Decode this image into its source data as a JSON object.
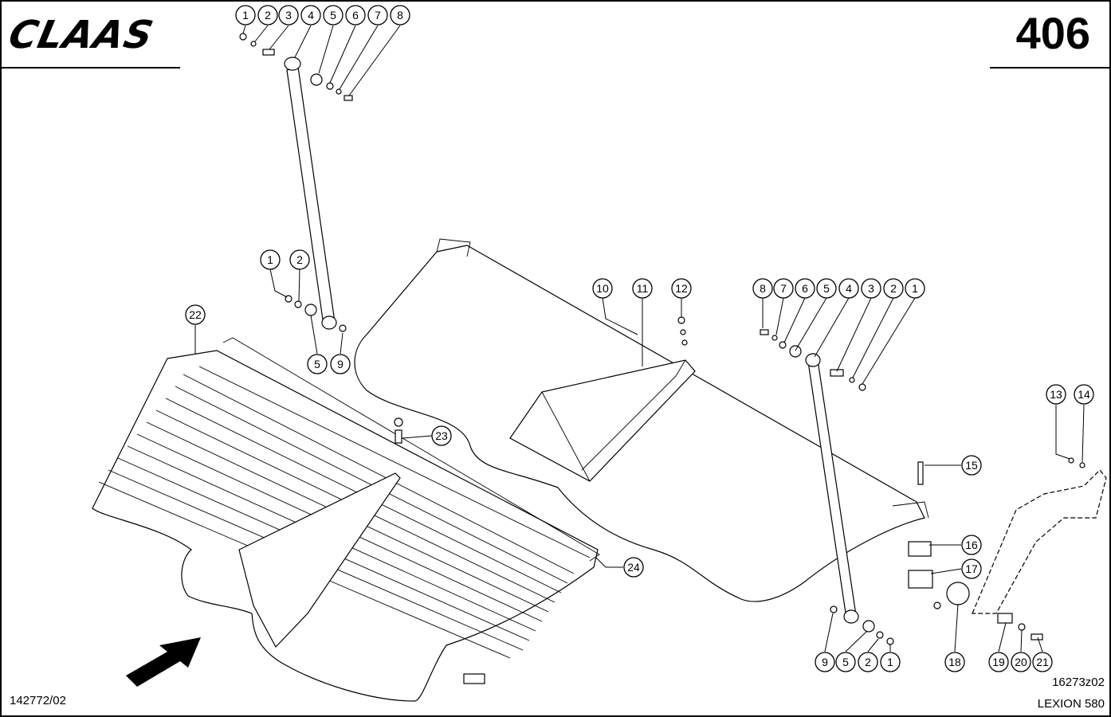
{
  "header": {
    "brand": "CLAAS",
    "page_number": "406"
  },
  "footer": {
    "reference_left": "142772/02",
    "drawing_code": "16273z02",
    "model": "LEXION 580"
  },
  "callouts": {
    "top_row": [
      "1",
      "2",
      "3",
      "4",
      "5",
      "6",
      "7",
      "8"
    ],
    "left_pair": [
      "1",
      "2"
    ],
    "left_bottom": [
      "5",
      "9"
    ],
    "plate_labels": [
      "10",
      "11",
      "12"
    ],
    "right_row": [
      "8",
      "7",
      "6",
      "5",
      "4",
      "3",
      "2",
      "1"
    ],
    "bracket_labels": [
      "13",
      "14"
    ],
    "fastener_labels": [
      "15",
      "16",
      "17"
    ],
    "bottom_row_left": [
      "9",
      "5",
      "2",
      "1"
    ],
    "bottom_row_right": [
      "18",
      "19",
      "20",
      "21"
    ],
    "sieve_labels": [
      "22",
      "23",
      "24"
    ]
  }
}
